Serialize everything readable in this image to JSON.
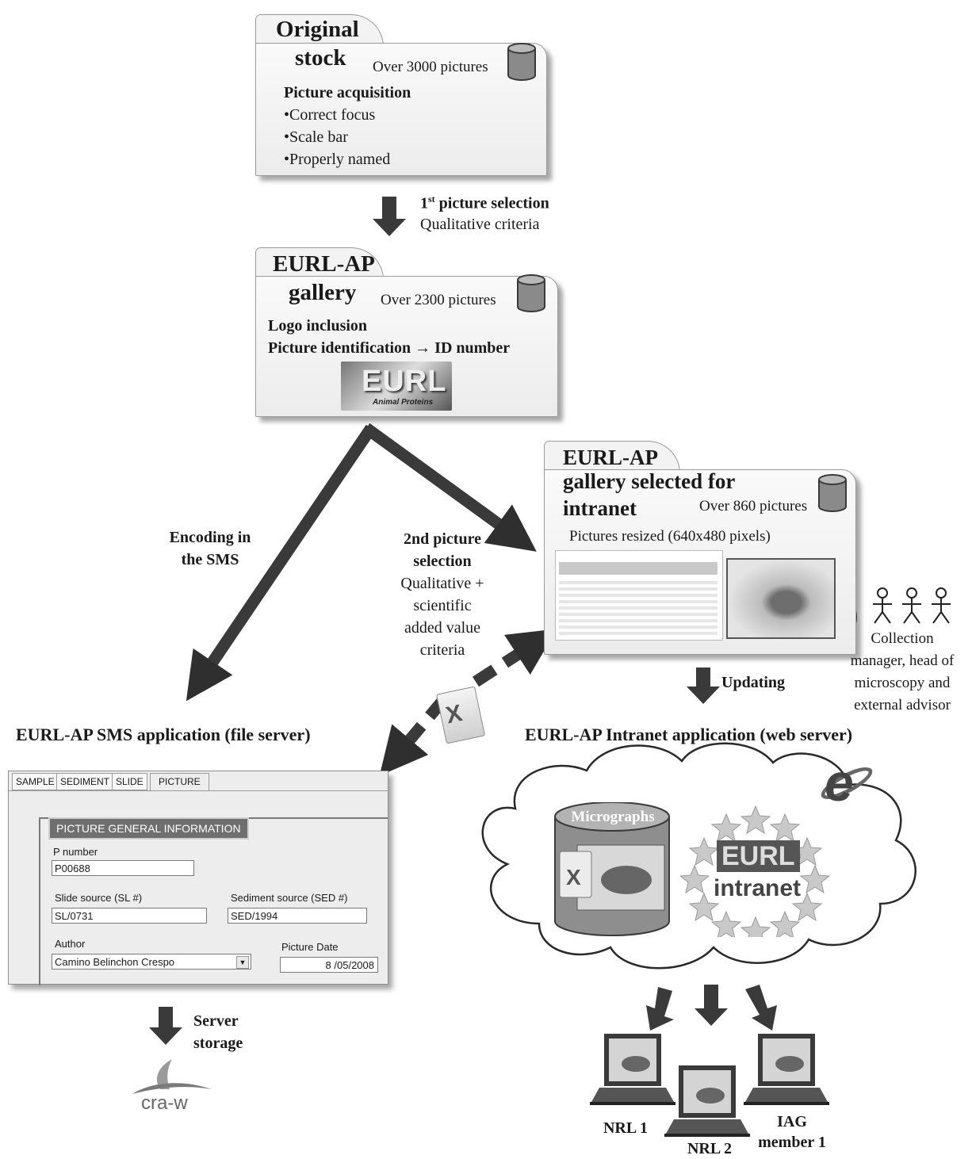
{
  "stock": {
    "title_line1": "Original",
    "title_line2": "stock",
    "count": "Over 3000 pictures",
    "heading": "Picture acquisition",
    "bullets": [
      "•Correct focus",
      "•Scale bar",
      "•Properly named"
    ]
  },
  "step1": {
    "title": "1st picture selection",
    "title_main": "1",
    "title_sup": "st",
    "title_rest": " picture selection",
    "subtitle": "Qualitative criteria"
  },
  "gallery": {
    "title_line1": "EURL-AP",
    "title_line2": "gallery",
    "count": "Over 2300 pictures",
    "line1": "Logo inclusion",
    "line2": "Picture identification → ID number",
    "logo_text": "EURL",
    "logo_sub": "Animal Proteins"
  },
  "intranet_gallery": {
    "title_line1": "EURL-AP",
    "title_line2": "gallery selected for",
    "title_line3": "intranet",
    "count": "Over 860 pictures",
    "resize_note": "Pictures resized (640x480 pixels)"
  },
  "encoding": {
    "line1": "Encoding in",
    "line2": "the SMS"
  },
  "step2": {
    "title_line1": "2nd picture",
    "title_line2": "selection",
    "criteria": [
      "Qualitative +",
      "scientific",
      "added value",
      "criteria"
    ]
  },
  "people_note": [
    "Collection",
    "manager,  head of",
    "microscopy and",
    "external advisor"
  ],
  "updating": "Updating",
  "sms_heading": "EURL-AP SMS application (file server)",
  "intranet_heading": "EURL-AP Intranet application (web server)",
  "sms_form": {
    "tabs": [
      "SAMPLE",
      "SEDIMENT",
      "SLIDE",
      "PICTURE"
    ],
    "group_title": "PICTURE GENERAL INFORMATION",
    "p_number_label": "P number",
    "p_number_value": "P00688",
    "slide_label": "Slide source (SL #)",
    "slide_value": "SL/0731",
    "sediment_label": "Sediment source (SED #)",
    "sediment_value": "SED/1994",
    "author_label": "Author",
    "author_value": "Camino Belinchon Crespo",
    "date_label": "Picture Date",
    "date_value": "8 /05/2008"
  },
  "storage": {
    "line1": "Server",
    "line2": "storage",
    "logo": "cra-w"
  },
  "cloud": {
    "micrographs": "Micrographs",
    "eurl": "EURL",
    "intranet": "intranet"
  },
  "laptops": {
    "nrl1": "NRL 1",
    "nrl2": "NRL 2",
    "iag_line1": "IAG",
    "iag_line2": "member 1"
  }
}
